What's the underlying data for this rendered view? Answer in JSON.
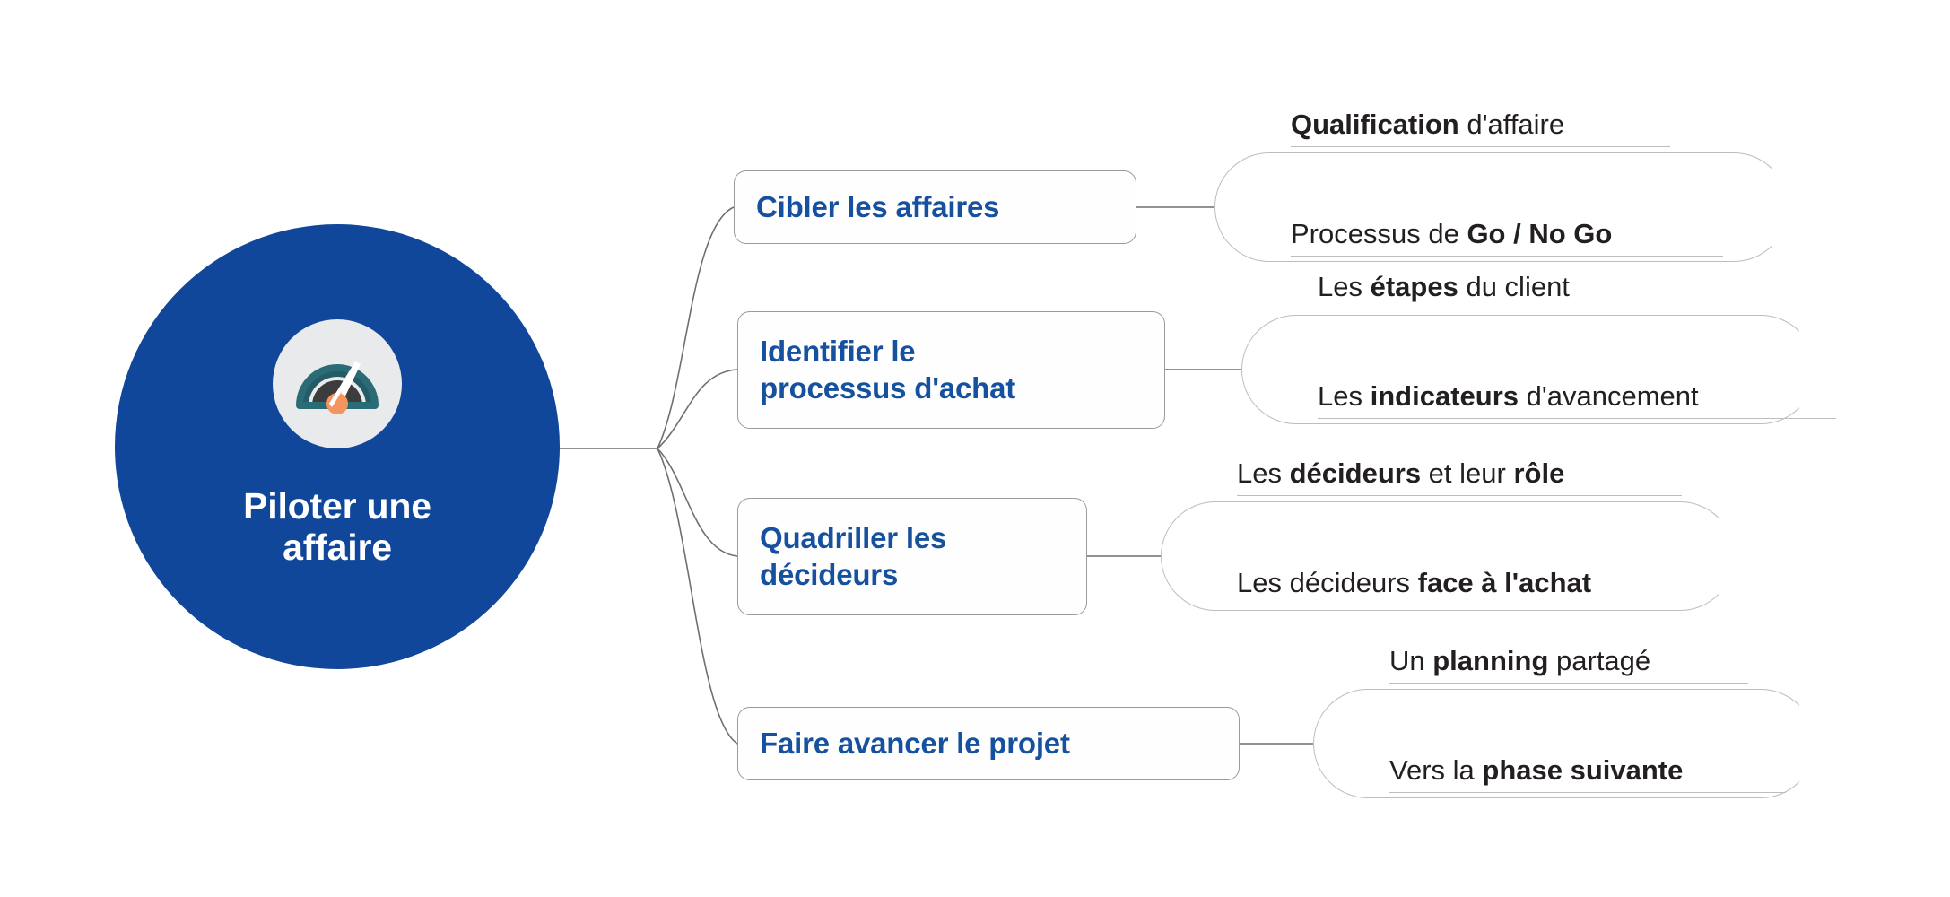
{
  "colors": {
    "brand_blue": "#11479a",
    "branch_text_blue": "#15519e",
    "leaf_text": "#231f20",
    "outline_gray": "#9a9a9a",
    "leaf_outline_gray": "#bdbdbd",
    "icon_bg": "#e8eaec",
    "gauge_teal": "#2b6b76",
    "gauge_teal_dark": "#1d4f59",
    "gauge_inner_dark": "#3c3c3c",
    "gauge_needle": "#ffffff",
    "gauge_pivot": "#f5955e"
  },
  "root": {
    "label": "Piloter une\naffaire",
    "icon": "gauge-icon"
  },
  "branches": [
    {
      "id": "cibler-les-affaires",
      "label": "Cibler les affaires",
      "leaves": [
        {
          "prefix": "",
          "strong": "Qualification",
          "suffix": " d'affaire"
        },
        {
          "prefix": "Processus de ",
          "strong": "Go / No Go",
          "suffix": ""
        }
      ]
    },
    {
      "id": "identifier-le-processus-dachat",
      "label": "Identifier le\nprocessus d'achat",
      "leaves": [
        {
          "prefix": "Les ",
          "strong": "étapes",
          "suffix": " du client"
        },
        {
          "prefix": "Les ",
          "strong": "indicateurs",
          "suffix": " d'avancement"
        }
      ]
    },
    {
      "id": "quadriller-les-decideurs",
      "label": "Quadriller les\ndécideurs",
      "leaves": [
        {
          "prefix": "Les ",
          "strong": "décideurs",
          "suffix": " et leur ",
          "strong2": "rôle"
        },
        {
          "prefix": "Les décideurs ",
          "strong": "face à l'achat",
          "suffix": ""
        }
      ]
    },
    {
      "id": "faire-avancer-le-projet",
      "label": "Faire avancer le projet",
      "leaves": [
        {
          "prefix": "Un ",
          "strong": "planning",
          "suffix": " partagé"
        },
        {
          "prefix": "Vers la ",
          "strong": "phase suivante",
          "suffix": ""
        }
      ]
    }
  ]
}
